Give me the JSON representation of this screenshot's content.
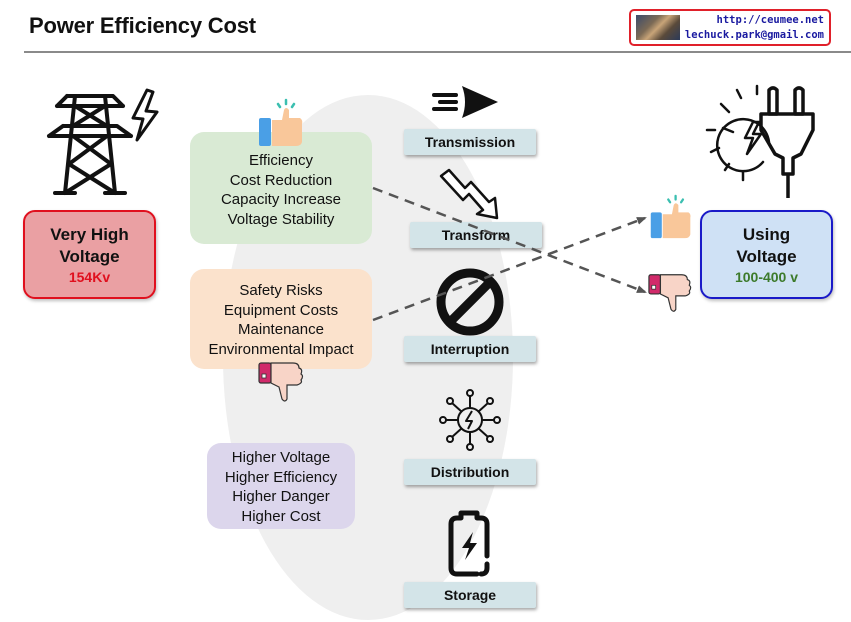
{
  "header": {
    "title": "Power Efficiency Cost",
    "brand_url": "http://ceumee.net",
    "brand_email": "lechuck.park@gmail.com"
  },
  "source": {
    "title": "Very High\nVoltage",
    "title_line1": "Very High",
    "title_line2": "Voltage",
    "value": "154Kv",
    "icon": "transmission-tower-icon",
    "accent": "#e0101e"
  },
  "destination": {
    "title_line1": "Using",
    "title_line2": "Voltage",
    "value": "100-400 v",
    "icon": "plug-icon",
    "accent": "#1a1ac8"
  },
  "pros": {
    "icon": "thumbs-up-icon",
    "items": [
      "Efficiency",
      "Cost Reduction",
      "Capacity Increase",
      "Voltage Stability"
    ],
    "color": "#d9ead4"
  },
  "cons": {
    "icon": "thumbs-down-icon",
    "items": [
      "Safety Risks",
      "Equipment Costs",
      "Maintenance",
      "Environmental Impact"
    ],
    "color": "#fbe2cc"
  },
  "tradeoffs": {
    "items": [
      "Higher Voltage",
      "Higher Efficiency",
      "Higher Danger",
      "Higher Cost"
    ],
    "color": "#dcd6ec"
  },
  "stages": [
    {
      "label": "Transmission",
      "icon": "fast-forward-arrow-icon"
    },
    {
      "label": "Transform",
      "icon": "zigzag-arrow-icon"
    },
    {
      "label": "Interruption",
      "icon": "prohibited-icon"
    },
    {
      "label": "Distribution",
      "icon": "power-hub-icon"
    },
    {
      "label": "Storage",
      "icon": "battery-charging-icon"
    }
  ],
  "connections": [
    {
      "from": "pros",
      "to": "destination-thumbs-down",
      "style": "dashed"
    },
    {
      "from": "cons",
      "to": "destination-thumbs-up",
      "style": "dashed"
    }
  ]
}
